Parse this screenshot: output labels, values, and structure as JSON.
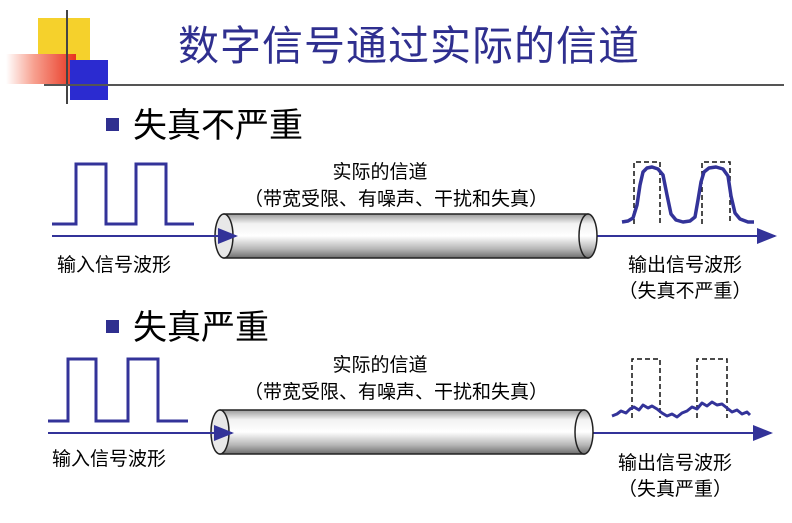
{
  "title": "数字信号通过实际的信道",
  "sections": [
    {
      "bullet": "失真不严重",
      "channel_name": "实际的信道",
      "channel_desc": "（带宽受限、有噪声、干扰和失真）",
      "input_label": "输入信号波形",
      "output_label": "输出信号波形",
      "output_note": "（失真不严重）"
    },
    {
      "bullet": "失真严重",
      "channel_name": "实际的信道",
      "channel_desc": "（带宽受限、有噪声、干扰和失真）",
      "input_label": "输入信号波形",
      "output_label": "输出信号波形",
      "output_note": "（失真严重）"
    }
  ],
  "colors": {
    "title": "#2f2f8f",
    "signal": "#333399",
    "deco_yellow": "#f5d12c",
    "deco_red": "#e8321e",
    "deco_blue": "#2b2bd0"
  }
}
